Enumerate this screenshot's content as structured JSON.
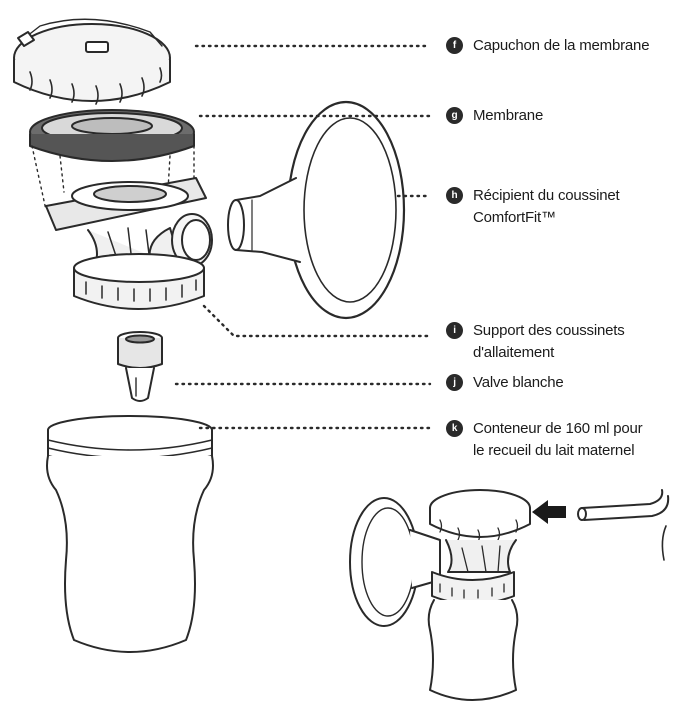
{
  "colors": {
    "ink": "#2a2a2a",
    "fill_light": "#f2f2f2",
    "fill_dark": "#7a7a7a"
  },
  "callouts": [
    {
      "badge": "f",
      "lines": [
        "Capuchon de la membrane"
      ]
    },
    {
      "badge": "g",
      "lines": [
        "Membrane"
      ]
    },
    {
      "badge": "h",
      "lines": [
        "Récipient du coussinet",
        "ComfortFit™"
      ]
    },
    {
      "badge": "i",
      "lines": [
        "Support des coussinets",
        "d'allaitement"
      ]
    },
    {
      "badge": "j",
      "lines": [
        "Valve blanche"
      ]
    },
    {
      "badge": "k",
      "lines": [
        "Conteneur de 160 ml pour",
        "le recueil du lait maternel"
      ]
    }
  ],
  "icons": [
    "membrane-cap-illustration",
    "membrane-illustration",
    "pump-body-illustration",
    "breast-shield-illustration",
    "valve-illustration",
    "bottle-illustration",
    "assembled-pump-illustration",
    "arrow-icon",
    "tube-illustration"
  ]
}
